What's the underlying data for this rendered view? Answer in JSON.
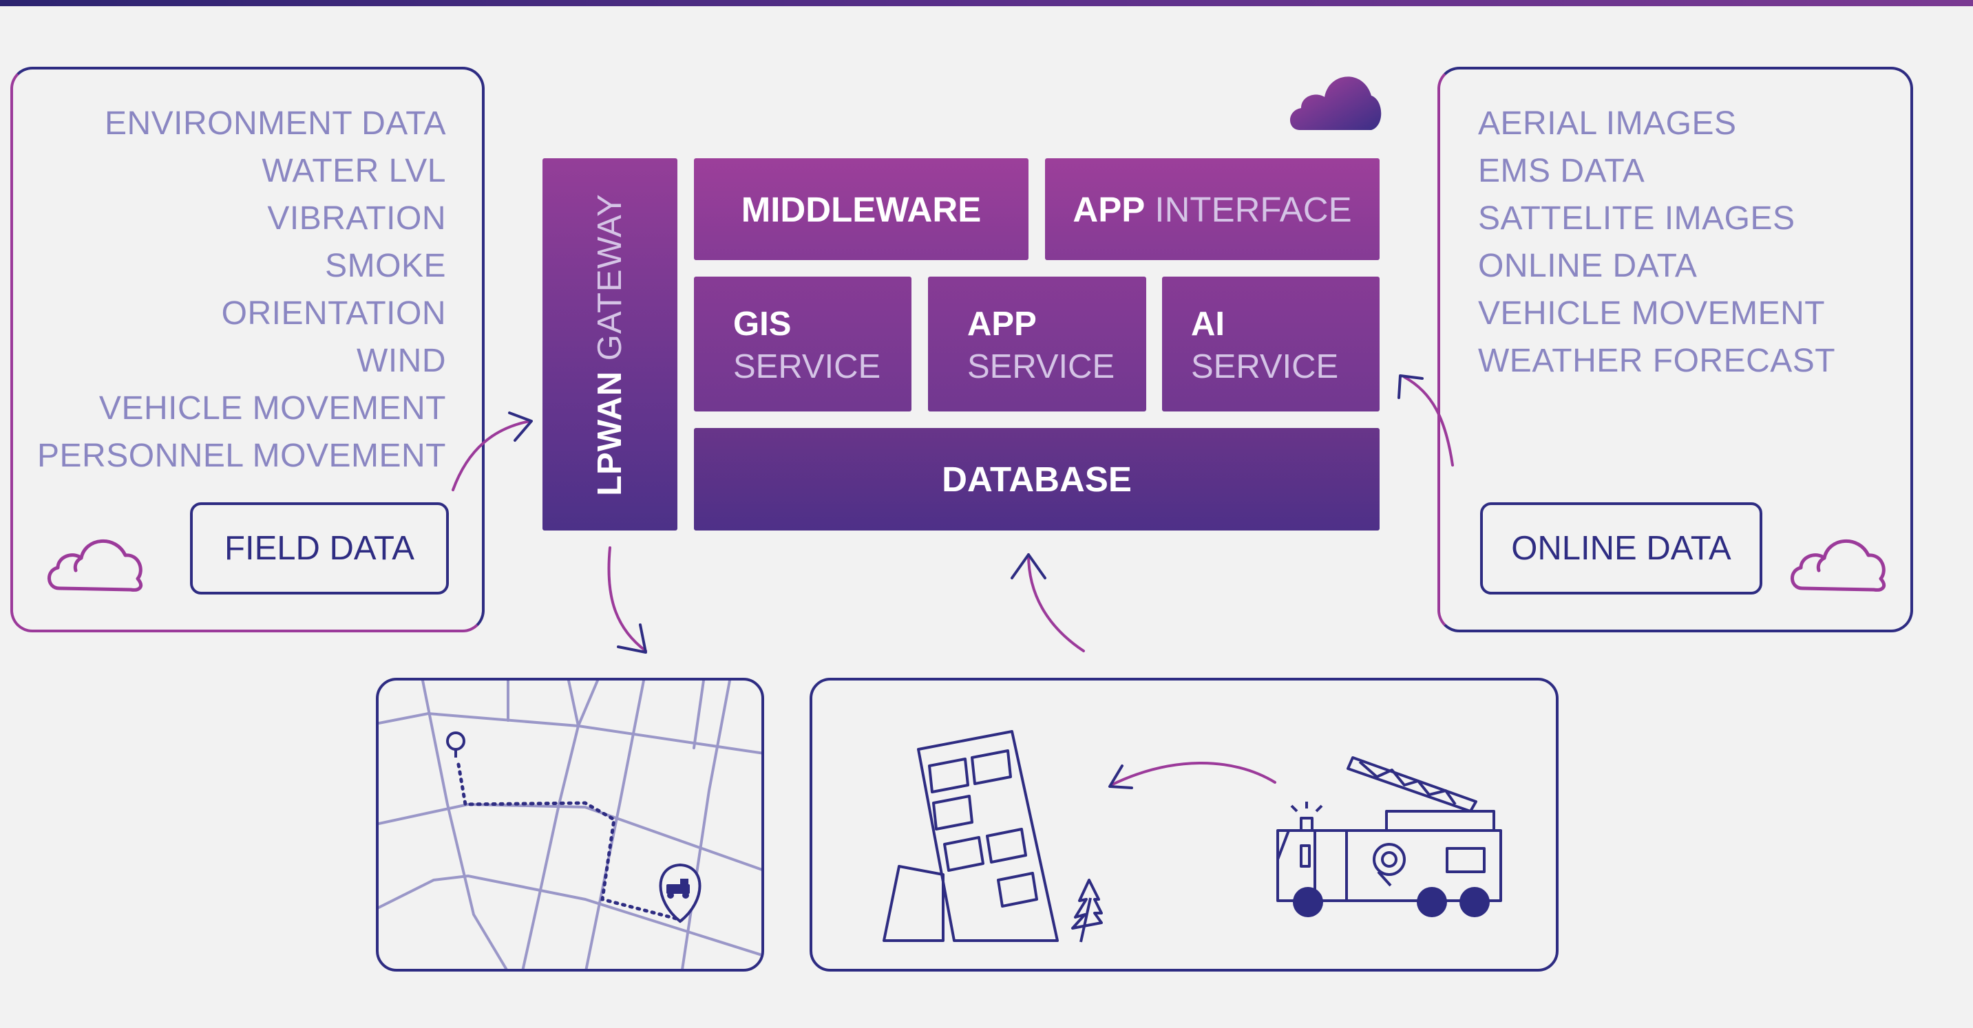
{
  "field_panel": {
    "items": [
      "ENVIRONMENT DATA",
      "WATER LVL",
      "VIBRATION",
      "SMOKE",
      "ORIENTATION",
      "WIND",
      "VEHICLE MOVEMENT",
      "PERSONNEL MOVEMENT"
    ],
    "button_label": "FIELD DATA"
  },
  "online_panel": {
    "items": [
      "AERIAL IMAGES",
      "EMS DATA",
      "SATTELITE IMAGES",
      "ONLINE DATA",
      "VEHICLE MOVEMENT",
      "WEATHER FORECAST"
    ],
    "button_label": "ONLINE DATA"
  },
  "stack": {
    "gateway_bold": "LPWAN",
    "gateway_light": "GATEWAY",
    "middleware": "MIDDLEWARE",
    "app_interface_bold": "APP",
    "app_interface_light": "INTERFACE",
    "services": [
      {
        "name": "GIS",
        "suffix": "SERVICE"
      },
      {
        "name": "APP",
        "suffix": "SERVICE"
      },
      {
        "name": "AI",
        "suffix": "SERVICE"
      }
    ],
    "database": "DATABASE"
  },
  "icons": {
    "field_cloud": "cloud-outline-icon",
    "online_cloud": "cloud-outline-icon",
    "stack_cloud": "cloud-filled-icon",
    "map": "city-map-icon",
    "building": "damaged-building-icon",
    "truck": "fire-truck-icon"
  },
  "colors": {
    "navy": "#2e2c82",
    "magenta": "#9b3a9a",
    "lavender_text": "#8a86c2",
    "map_lines": "#9a97c8"
  }
}
